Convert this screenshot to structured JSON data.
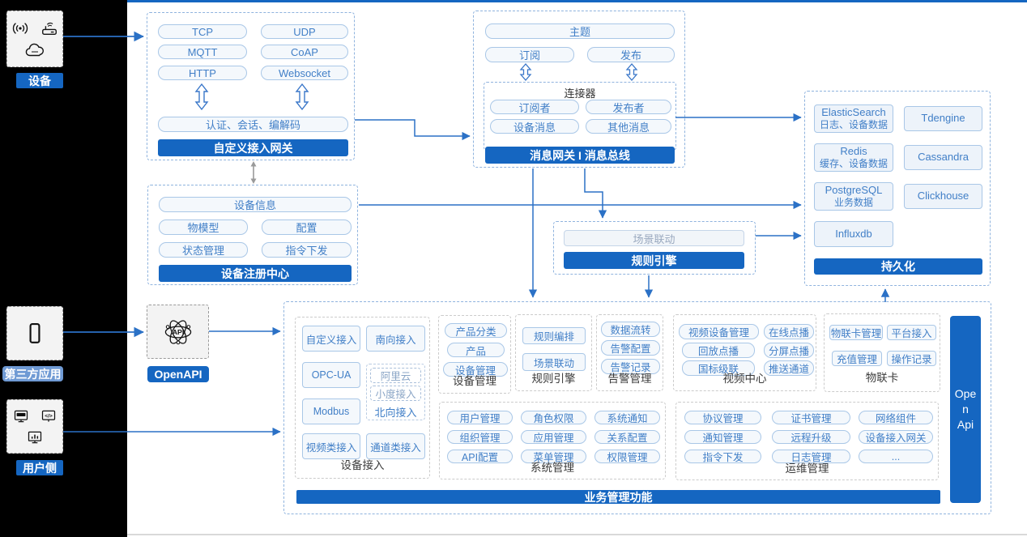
{
  "colors": {
    "accent_blue": "#1566C1",
    "light_label_blue": "#6F9AD4",
    "button_text_blue": "#417FC7",
    "arrow_blue": "#2B71C6",
    "panel_dash_blue": "#8FB3DE"
  },
  "left_rail": {
    "device": {
      "label": "设备",
      "icons": [
        "wireless-signal-icon",
        "router-icon",
        "cloud-icon"
      ]
    },
    "third_party": {
      "label": "第三方应用",
      "icons": [
        "phone-icon"
      ]
    },
    "user_side": {
      "label": "用户侧",
      "icons": [
        "app-window-icon",
        "code-icon",
        "bar-chart-icon"
      ]
    }
  },
  "open_api_node": {
    "label": "OpenAPI",
    "icon": "api-network-icon"
  },
  "custom_gateway": {
    "protocols": [
      "TCP",
      "UDP",
      "MQTT",
      "CoAP",
      "HTTP",
      "Websocket"
    ],
    "session": "认证、会话、编解码",
    "title": "自定义接入网关"
  },
  "message_gateway": {
    "topic": "主题",
    "subscribe": "订阅",
    "publish": "发布",
    "connector": {
      "title": "连接器",
      "items": [
        "订阅者",
        "发布者",
        "设备消息",
        "其他消息"
      ]
    },
    "title": "消息网关 I 消息总线"
  },
  "device_registry": {
    "info": "设备信息",
    "items": [
      "物模型",
      "配置",
      "状态管理",
      "指令下发"
    ],
    "title": "设备注册中心"
  },
  "rule_engine_hub": {
    "scene": "场景联动",
    "title": "规则引擎"
  },
  "persistence": {
    "stores": [
      {
        "name": "ElasticSearch",
        "sub": "日志、设备数据"
      },
      {
        "name": "Tdengine",
        "sub": ""
      },
      {
        "name": "Redis",
        "sub": "缓存、设备数据"
      },
      {
        "name": "Cassandra",
        "sub": ""
      },
      {
        "name": "PostgreSQL",
        "sub": "业务数据"
      },
      {
        "name": "Clickhouse",
        "sub": ""
      },
      {
        "name": "Influxdb",
        "sub": ""
      }
    ],
    "title": "持久化"
  },
  "business": {
    "device_access": {
      "label": "设备接入",
      "col1": [
        "自定义接入",
        "OPC-UA",
        "Modbus",
        "视频类接入"
      ],
      "south": "南向接入",
      "north_group": {
        "items": [
          "阿里云",
          "小度接入"
        ],
        "label": "北向接入"
      },
      "channel": "通道类接入"
    },
    "device_mgmt": {
      "label": "设备管理",
      "items": [
        "产品分类",
        "产品",
        "设备管理"
      ]
    },
    "rule_engine": {
      "label": "规则引擎",
      "items": [
        "规则编排",
        "场景联动"
      ]
    },
    "alarm": {
      "label": "告警管理",
      "items": [
        "数据流转",
        "告警配置",
        "告警记录"
      ]
    },
    "video": {
      "label": "视频中心",
      "items": [
        "视频设备管理",
        "在线点播",
        "回放点播",
        "分屏点播",
        "国标级联",
        "推送通道"
      ]
    },
    "iot_card": {
      "label": "物联卡",
      "items": [
        "物联卡管理",
        "平台接入",
        "充值管理",
        "操作记录"
      ]
    },
    "system": {
      "label": "系统管理",
      "items": [
        "用户管理",
        "角色权限",
        "系统通知",
        "组织管理",
        "应用管理",
        "关系配置",
        "API配置",
        "菜单管理",
        "权限管理"
      ]
    },
    "ops": {
      "label": "运维管理",
      "items": [
        "协议管理",
        "证书管理",
        "网络组件",
        "通知管理",
        "远程升级",
        "设备接入网关",
        "指令下发",
        "日志管理",
        "..."
      ]
    },
    "open_api_bar": "Open Api",
    "title": "业务管理功能"
  }
}
